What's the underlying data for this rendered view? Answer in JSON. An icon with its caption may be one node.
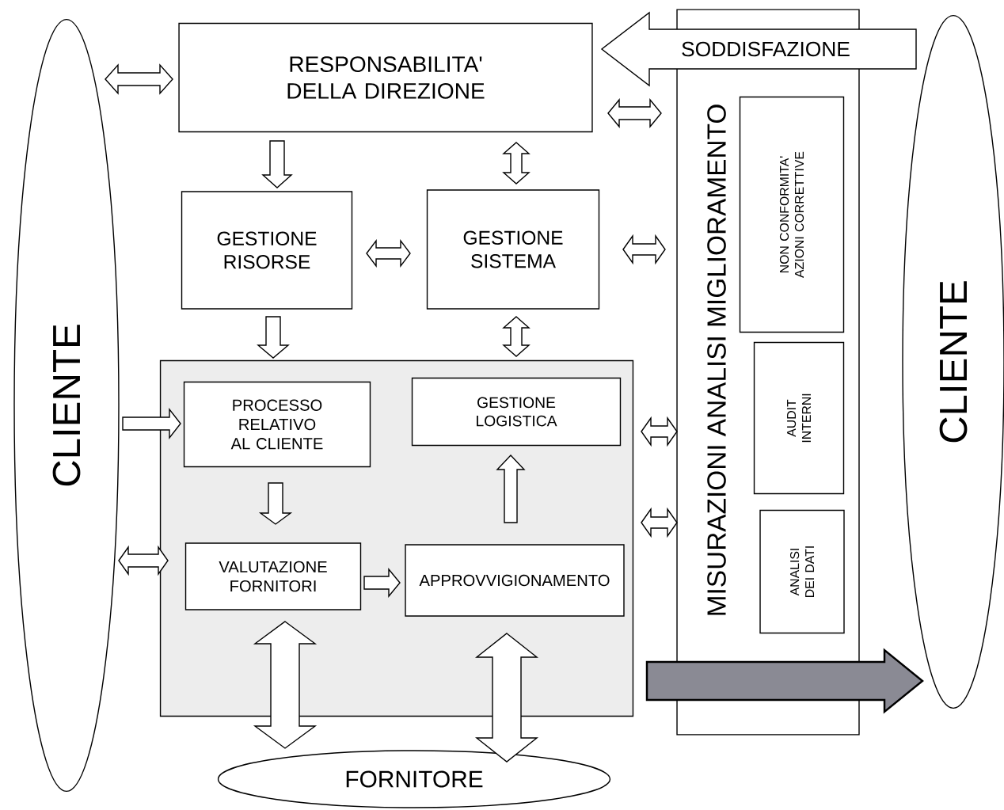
{
  "diagram": {
    "nodes": [
      {
        "text": [
          "CLIENTE"
        ]
      },
      {
        "text": [
          "RESPONSABILITA' DELLA DIREZIONE"
        ]
      },
      {
        "text": [
          "GESTIONE RISORSE"
        ]
      },
      {
        "text": [
          "GESTIONE SISTEMA"
        ]
      },
      {
        "text": [],
        "shape": "box"
      },
      {
        "text": [
          "PROCESSO RELATIVO AL CLIENTE"
        ],
        "in": 4
      },
      {
        "text": [
          "GESTIONE LOGISTICA"
        ],
        "in": 4
      },
      {
        "text": [
          "VALUTAZIONE FORNITORI"
        ],
        "in": 4
      },
      {
        "text": [
          "APPROVVIGIONAMENTO"
        ],
        "in": 4
      },
      {
        "text": [
          "MISURAZIONI ANALISI MIGLIORAMENTO"
        ]
      },
      {
        "text": [
          "NON CONFORMITA' AZIONI CORRETTIVE"
        ],
        "in": 9
      },
      {
        "text": [
          "AUDIT INTERNI"
        ],
        "in": 9
      },
      {
        "text": [
          "ANALISI DEI DATI"
        ],
        "in": 9
      },
      {
        "text": [
          "CLIENTE"
        ]
      },
      {
        "text": [
          "FORNITORE"
        ]
      }
    ],
    "edges": [
      {
        "from": 0,
        "to": 1,
        "arrow": "both"
      },
      {
        "from": 1,
        "to": 2,
        "arrow": "to"
      },
      {
        "from": 1,
        "to": 3,
        "arrow": "both"
      },
      {
        "from": 1,
        "to": 9,
        "arrow": "both"
      },
      {
        "from": 2,
        "to": 3,
        "arrow": "both"
      },
      {
        "from": 3,
        "to": 9,
        "arrow": "both"
      },
      {
        "from": 2,
        "to": 4,
        "arrow": "to"
      },
      {
        "from": 3,
        "to": 4,
        "arrow": "both"
      },
      {
        "from": 0,
        "to": 5,
        "arrow": "to"
      },
      {
        "from": 0,
        "to": 4,
        "arrow": "both"
      },
      {
        "from": 4,
        "to": 9,
        "arrow": "both"
      },
      {
        "from": 4,
        "to": 9,
        "arrow": "both"
      },
      {
        "from": 5,
        "to": 7,
        "arrow": "to"
      },
      {
        "from": 7,
        "to": 8,
        "arrow": "to"
      },
      {
        "from": 8,
        "to": 6,
        "arrow": "to"
      },
      {
        "from": 7,
        "to": 14,
        "arrow": "both"
      },
      {
        "from": 8,
        "to": 14,
        "arrow": "both"
      },
      {
        "from": 13,
        "to": 1,
        "arrow": "to",
        "label": "SODDISFAZIONE"
      },
      {
        "from": null,
        "to": 13,
        "arrow": "to",
        "style": "thick",
        "color": "#8a8a94"
      }
    ]
  }
}
